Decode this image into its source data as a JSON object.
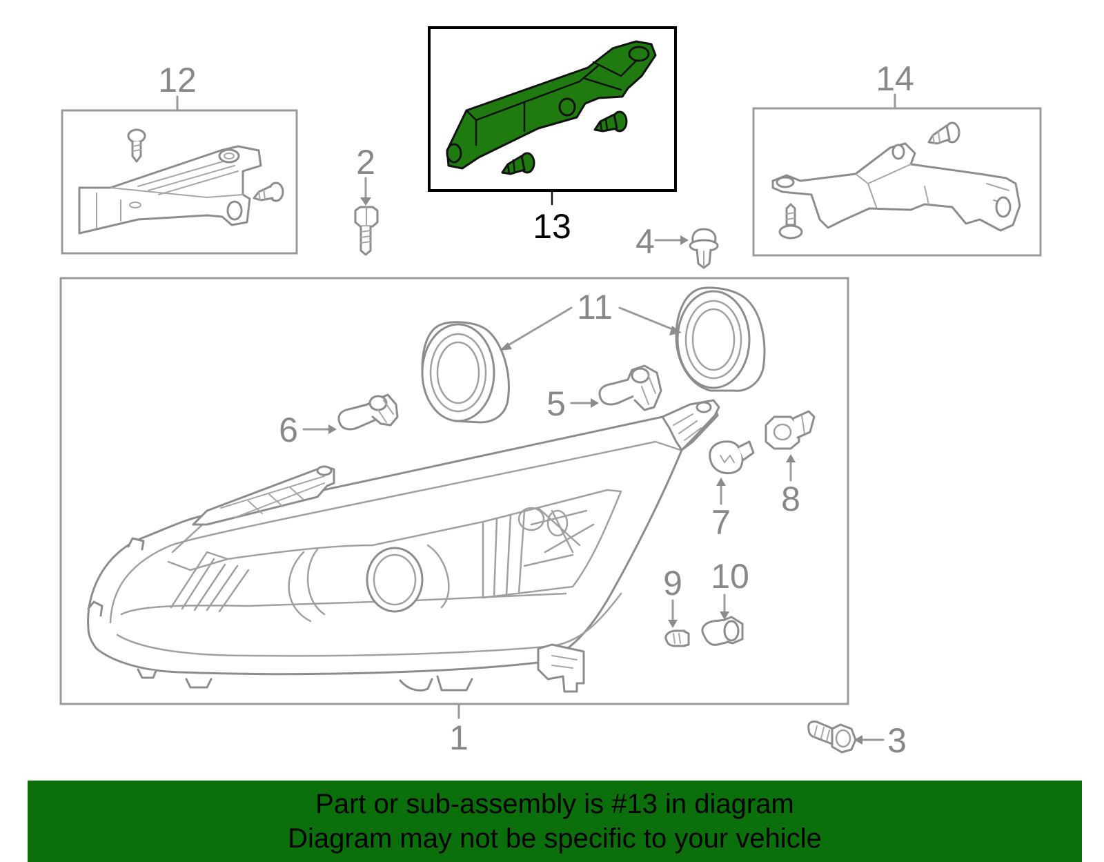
{
  "callouts": {
    "c1": "1",
    "c2": "2",
    "c3": "3",
    "c4": "4",
    "c5": "5",
    "c6": "6",
    "c7": "7",
    "c8": "8",
    "c9": "9",
    "c10": "10",
    "c11": "11",
    "c12": "12",
    "c13": "13",
    "c14": "14"
  },
  "highlighted_part": "13",
  "colors": {
    "highlight_fill": "#1f7a10",
    "banner_background": "#0b6f0b",
    "line_gray": "#9a9a9a",
    "text_gray": "#888888"
  },
  "banner": {
    "line1": "Part or sub-assembly is #13 in diagram",
    "line2": "Diagram may not be specific to your vehicle"
  }
}
